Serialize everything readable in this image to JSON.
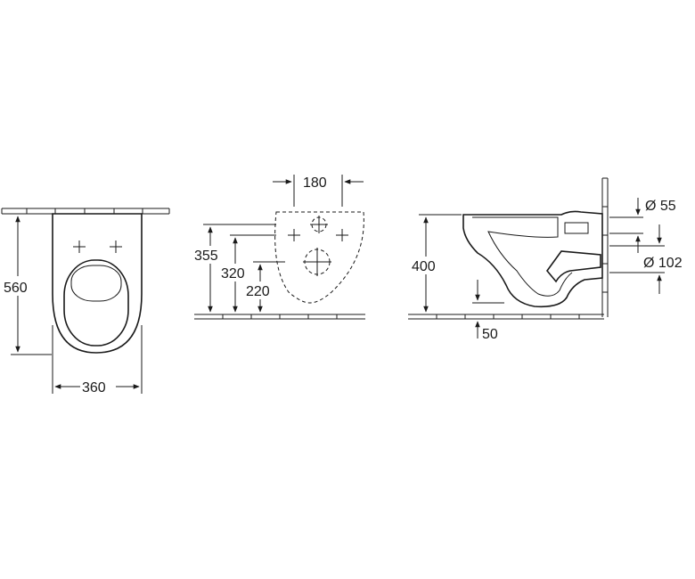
{
  "front_view": {
    "height_label": "560",
    "width_label": "360"
  },
  "wall_view": {
    "fixing_spacing_label": "180",
    "height_355_label": "355",
    "height_320_label": "320",
    "height_220_label": "220"
  },
  "side_view": {
    "rim_height_label": "400",
    "floor_offset_label": "50",
    "inlet_diameter_label": "Ø 55",
    "outlet_diameter_label": "Ø 102"
  }
}
